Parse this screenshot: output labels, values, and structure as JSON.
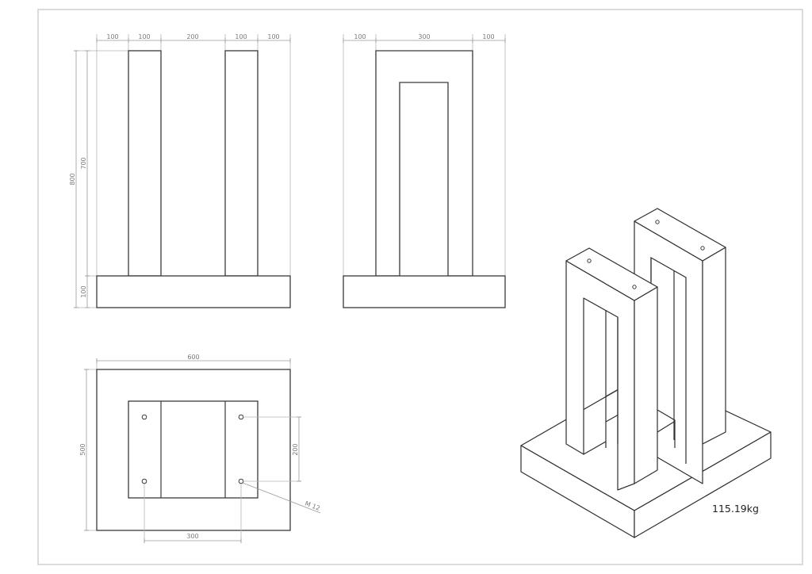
{
  "drawing": {
    "frame": {
      "stroke": "#cfcfcf"
    },
    "front_view": {
      "top_dims": [
        "100",
        "100",
        "200",
        "100",
        "100"
      ],
      "left_dims": {
        "overall": "800",
        "column": "700",
        "base": "100"
      }
    },
    "side_view": {
      "top_dims": [
        "100",
        "300",
        "100"
      ]
    },
    "top_view": {
      "width_dim": "600",
      "depth_dim": "500",
      "hole_spacing_vertical": "200",
      "hole_spacing_horizontal": "300",
      "thread_callout": "M 12"
    },
    "isometric_view": {
      "weight_label": "115.19kg"
    }
  }
}
